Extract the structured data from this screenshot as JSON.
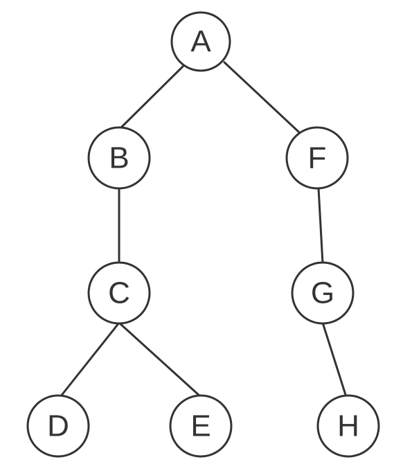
{
  "tree": {
    "nodes": [
      {
        "id": "A",
        "label": "A"
      },
      {
        "id": "B",
        "label": "B"
      },
      {
        "id": "F",
        "label": "F"
      },
      {
        "id": "C",
        "label": "C"
      },
      {
        "id": "G",
        "label": "G"
      },
      {
        "id": "D",
        "label": "D"
      },
      {
        "id": "E",
        "label": "E"
      },
      {
        "id": "H",
        "label": "H"
      }
    ],
    "edges": [
      {
        "from": "A",
        "to": "B"
      },
      {
        "from": "A",
        "to": "F"
      },
      {
        "from": "B",
        "to": "C"
      },
      {
        "from": "F",
        "to": "G"
      },
      {
        "from": "C",
        "to": "D"
      },
      {
        "from": "C",
        "to": "E"
      },
      {
        "from": "G",
        "to": "H"
      }
    ]
  },
  "colors": {
    "stroke": "#333333",
    "background": "#ffffff"
  }
}
